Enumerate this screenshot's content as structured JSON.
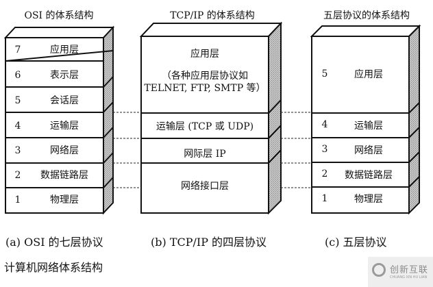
{
  "diagram": {
    "figure_title": "计算机网络体系结构",
    "stacks": [
      {
        "id": "osi",
        "title": "OSI 的体系结构",
        "caption": "(a) OSI 的七层协议",
        "layers": [
          {
            "num": "7",
            "name": "应用层"
          },
          {
            "num": "6",
            "name": "表示层"
          },
          {
            "num": "5",
            "name": "会话层"
          },
          {
            "num": "4",
            "name": "运输层"
          },
          {
            "num": "3",
            "name": "网络层"
          },
          {
            "num": "2",
            "name": "数据链路层"
          },
          {
            "num": "1",
            "name": "物理层"
          }
        ]
      },
      {
        "id": "tcpip",
        "title": "TCP/IP 的体系结构",
        "caption": "(b) TCP/IP 的四层协议",
        "layers": [
          {
            "name": "应用层",
            "note_line1": "（各种应用层协议如",
            "note_line2": "TELNET, FTP, SMTP 等）"
          },
          {
            "name": "运输层 (TCP 或 UDP)"
          },
          {
            "name": "网际层 IP"
          },
          {
            "name": "网络接口层"
          }
        ]
      },
      {
        "id": "five",
        "title": "五层协议的体系结构",
        "caption": "(c)  五层协议",
        "layers": [
          {
            "num": "5",
            "name": "应用层"
          },
          {
            "num": "4",
            "name": "运输层"
          },
          {
            "num": "3",
            "name": "网络层"
          },
          {
            "num": "2",
            "name": "数据链路层"
          },
          {
            "num": "1",
            "name": "物理层"
          }
        ]
      }
    ],
    "watermark": {
      "text": "创新互联",
      "subtext": "CHUANG XIN HU LIAN"
    },
    "colors": {
      "line": "#111111",
      "side_fill": "#b8b8b8",
      "background": "#ffffff"
    }
  }
}
